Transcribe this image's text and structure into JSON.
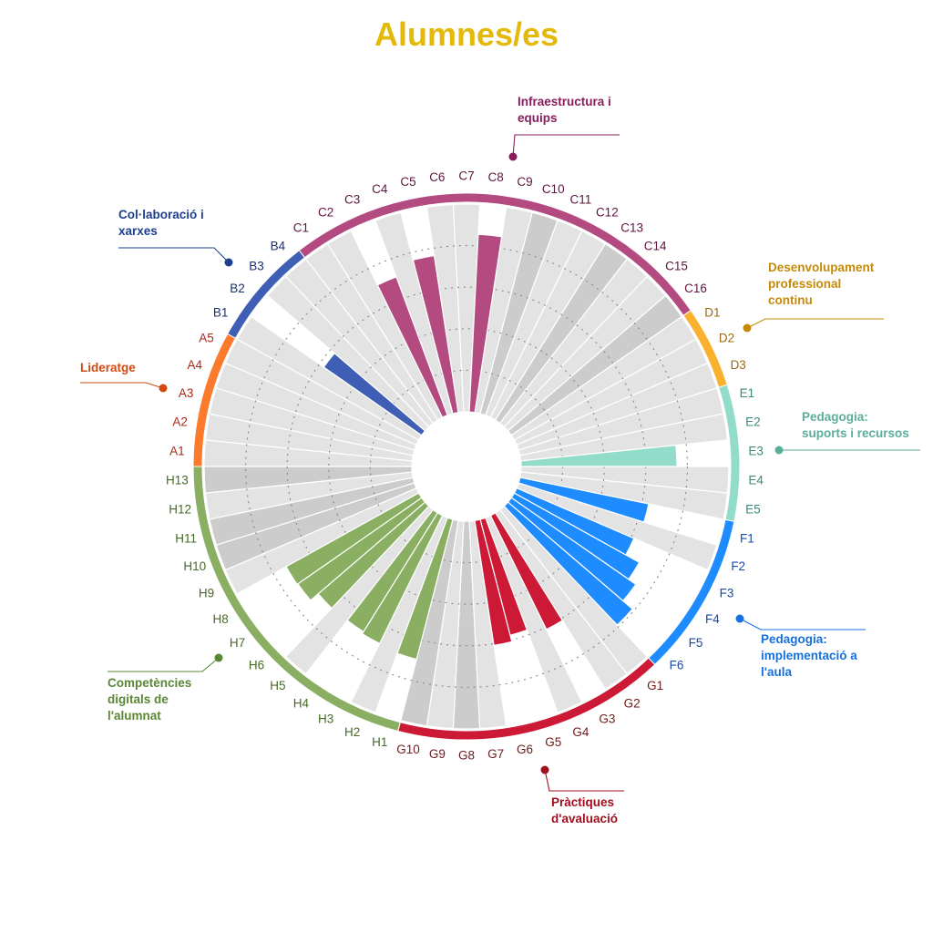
{
  "chart_data": {
    "type": "bar",
    "layout": "circular",
    "title": "Alumnes/es",
    "title_color": "#e3b90a",
    "value_range": [
      0,
      5
    ],
    "grid_values": [
      1,
      2,
      3,
      4
    ],
    "grid": true,
    "gray_light": "#e3e3e3",
    "gray_dark": "#cccccc",
    "groups": [
      {
        "code": "A",
        "title_lines": [
          "Lideratge"
        ],
        "color": "#fc7a2b",
        "text_color": "#d24a12",
        "label_color": "#a8281c",
        "items": [
          {
            "id": "A1",
            "bg": "light"
          },
          {
            "id": "A2",
            "bg": "light"
          },
          {
            "id": "A3",
            "bg": "light"
          },
          {
            "id": "A4",
            "bg": "light"
          },
          {
            "id": "A5",
            "bg": "light"
          }
        ]
      },
      {
        "code": "B",
        "title_lines": [
          "Col·laboració i",
          "xarxes"
        ],
        "color": "#3f5fb5",
        "text_color": "#1d3f8f",
        "label_color": "#1e2f6e",
        "items": [
          {
            "id": "B1",
            "bg": "light"
          },
          {
            "id": "B2",
            "bg": "none",
            "value": 2.87
          },
          {
            "id": "B3",
            "bg": "light"
          },
          {
            "id": "B4",
            "bg": "light"
          }
        ]
      },
      {
        "code": "C",
        "title_lines": [
          "Infraestructura i",
          "equips"
        ],
        "color": "#b34b80",
        "text_color": "#8a1c5c",
        "label_color": "#5e1540",
        "items": [
          {
            "id": "C1",
            "bg": "light"
          },
          {
            "id": "C2",
            "bg": "light"
          },
          {
            "id": "C3",
            "bg": "none",
            "value": 3.55
          },
          {
            "id": "C4",
            "bg": "light"
          },
          {
            "id": "C5",
            "bg": "none",
            "value": 3.82
          },
          {
            "id": "C6",
            "bg": "light"
          },
          {
            "id": "C7",
            "bg": "light"
          },
          {
            "id": "C8",
            "bg": "none",
            "value": 4.28
          },
          {
            "id": "C9",
            "bg": "light"
          },
          {
            "id": "C10",
            "bg": "dark"
          },
          {
            "id": "C11",
            "bg": "light"
          },
          {
            "id": "C12",
            "bg": "light"
          },
          {
            "id": "C13",
            "bg": "dark"
          },
          {
            "id": "C14",
            "bg": "light"
          },
          {
            "id": "C15",
            "bg": "light"
          },
          {
            "id": "C16",
            "bg": "dark"
          }
        ]
      },
      {
        "code": "D",
        "title_lines": [
          "Desenvolupament",
          "professional",
          "continu"
        ],
        "color": "#fbb130",
        "text_color": "#c48a08",
        "label_color": "#9a6a10",
        "items": [
          {
            "id": "D1",
            "bg": "light"
          },
          {
            "id": "D2",
            "bg": "light"
          },
          {
            "id": "D3",
            "bg": "light"
          }
        ]
      },
      {
        "code": "E",
        "title_lines": [
          "Pedagogia:",
          "suports i recursos"
        ],
        "color": "#92dcc9",
        "text_color": "#5aae9a",
        "label_color": "#3a8a7a",
        "items": [
          {
            "id": "E1",
            "bg": "light"
          },
          {
            "id": "E2",
            "bg": "light"
          },
          {
            "id": "E3",
            "bg": "none",
            "value": 3.75
          },
          {
            "id": "E4",
            "bg": "light"
          },
          {
            "id": "E5",
            "bg": "light"
          }
        ]
      },
      {
        "code": "F",
        "title_lines": [
          "Pedagogia:",
          "implementació a",
          "l'aula"
        ],
        "color": "#1e8cff",
        "text_color": "#1670e0",
        "label_color": "#1a4aa8",
        "items": [
          {
            "id": "F1",
            "bg": "none",
            "value": 3.16
          },
          {
            "id": "F2",
            "bg": "light"
          },
          {
            "id": "F3",
            "bg": "none",
            "value": 3.07
          },
          {
            "id": "F4",
            "bg": "none",
            "value": 3.44
          },
          {
            "id": "F5",
            "bg": "none",
            "value": 3.65
          },
          {
            "id": "F6",
            "bg": "none",
            "value": 3.95
          }
        ]
      },
      {
        "code": "G",
        "title_lines": [
          "Pràctiques",
          "d'avaluació"
        ],
        "color": "#cc1a36",
        "text_color": "#a00f20",
        "label_color": "#6e1a1a",
        "items": [
          {
            "id": "G1",
            "bg": "light"
          },
          {
            "id": "G2",
            "bg": "light"
          },
          {
            "id": "G3",
            "bg": "none",
            "value": 3.05
          },
          {
            "id": "G4",
            "bg": "light"
          },
          {
            "id": "G5",
            "bg": "none",
            "value": 2.88
          },
          {
            "id": "G6",
            "bg": "none",
            "value": 3.04
          },
          {
            "id": "G7",
            "bg": "light"
          },
          {
            "id": "G8",
            "bg": "dark"
          },
          {
            "id": "G9",
            "bg": "light"
          },
          {
            "id": "G10",
            "bg": "dark"
          }
        ]
      },
      {
        "code": "H",
        "title_lines": [
          "Competències",
          "digitals de",
          "l'alumnat"
        ],
        "color": "#8aae62",
        "text_color": "#5a8636",
        "label_color": "#466a26",
        "items": [
          {
            "id": "H1",
            "bg": "none",
            "value": 3.48
          },
          {
            "id": "H2",
            "bg": "light"
          },
          {
            "id": "H3",
            "bg": "none",
            "value": 3.43
          },
          {
            "id": "H4",
            "bg": "none",
            "value": 3.37
          },
          {
            "id": "H5",
            "bg": "light"
          },
          {
            "id": "H6",
            "bg": "none",
            "value": 3.39
          },
          {
            "id": "H7",
            "bg": "none",
            "value": 3.63
          },
          {
            "id": "H8",
            "bg": "none",
            "value": 3.65
          },
          {
            "id": "H9",
            "bg": "light"
          },
          {
            "id": "H10",
            "bg": "dark"
          },
          {
            "id": "H11",
            "bg": "dark"
          },
          {
            "id": "H12",
            "bg": "light"
          },
          {
            "id": "H13",
            "bg": "dark"
          }
        ]
      }
    ]
  }
}
